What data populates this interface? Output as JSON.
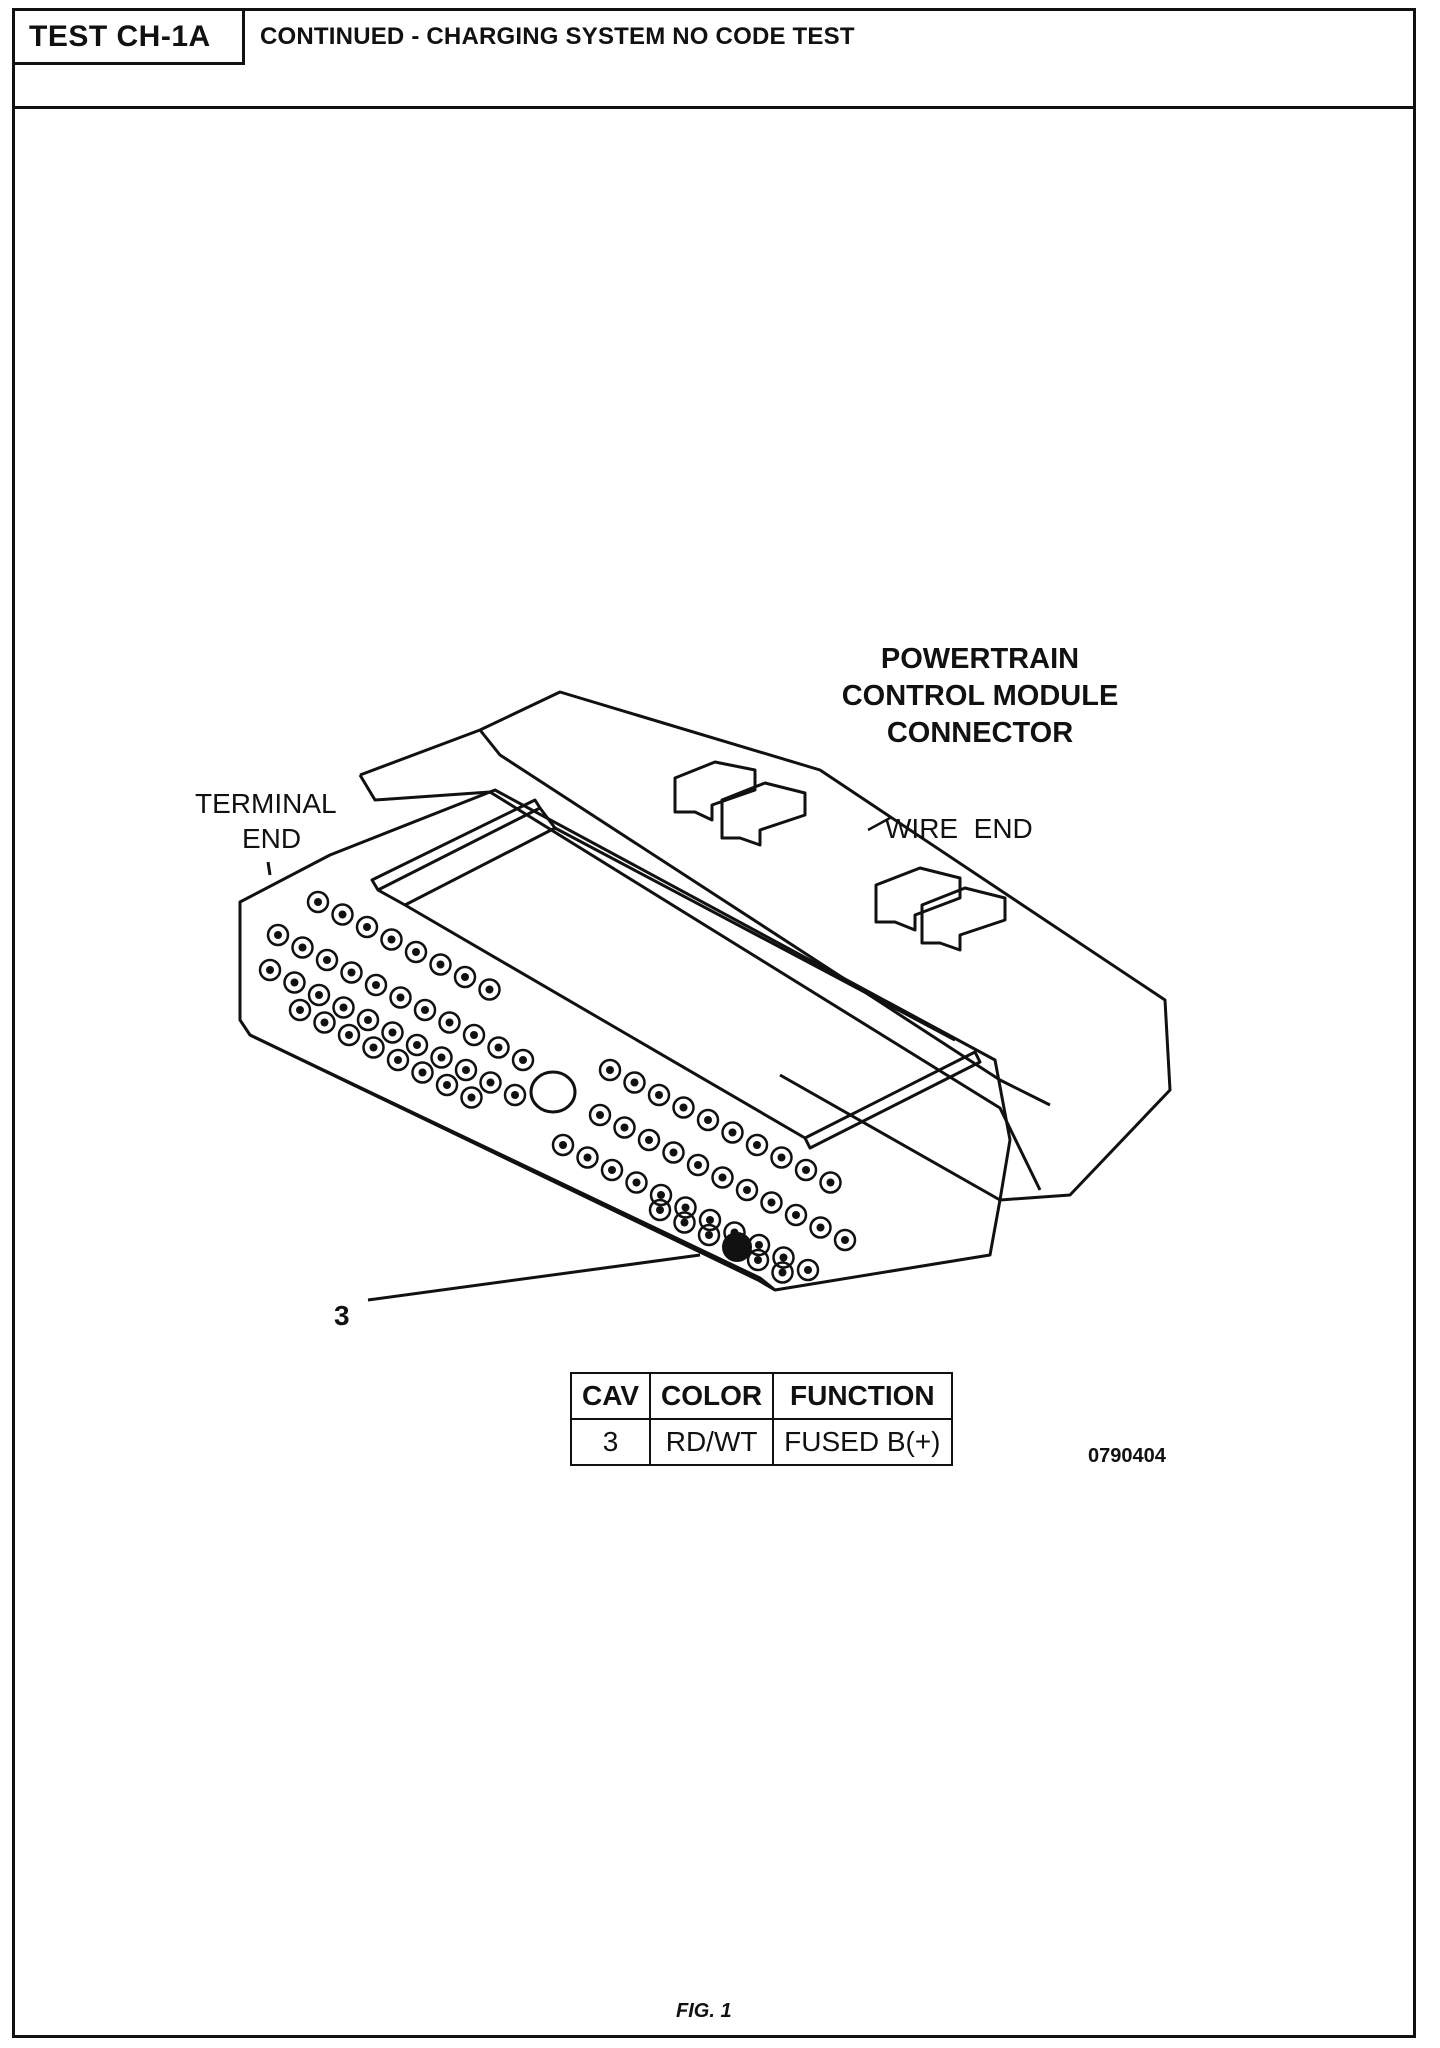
{
  "header": {
    "test_id": "TEST CH-1A",
    "title": "CONTINUED - CHARGING SYSTEM NO CODE TEST"
  },
  "diagram": {
    "title_lines": [
      "POWERTRAIN",
      "CONTROL MODULE",
      "CONNECTOR"
    ],
    "terminal_end_lines": [
      "TERMINAL",
      "END"
    ],
    "wire_end": "WIRE  END",
    "callout": "3"
  },
  "table": {
    "headers": [
      "CAV",
      "COLOR",
      "FUNCTION"
    ],
    "rows": [
      [
        "3",
        "RD/WT",
        "FUSED B(+)"
      ]
    ]
  },
  "figure_ref": "0790404",
  "caption": "FIG. 1"
}
